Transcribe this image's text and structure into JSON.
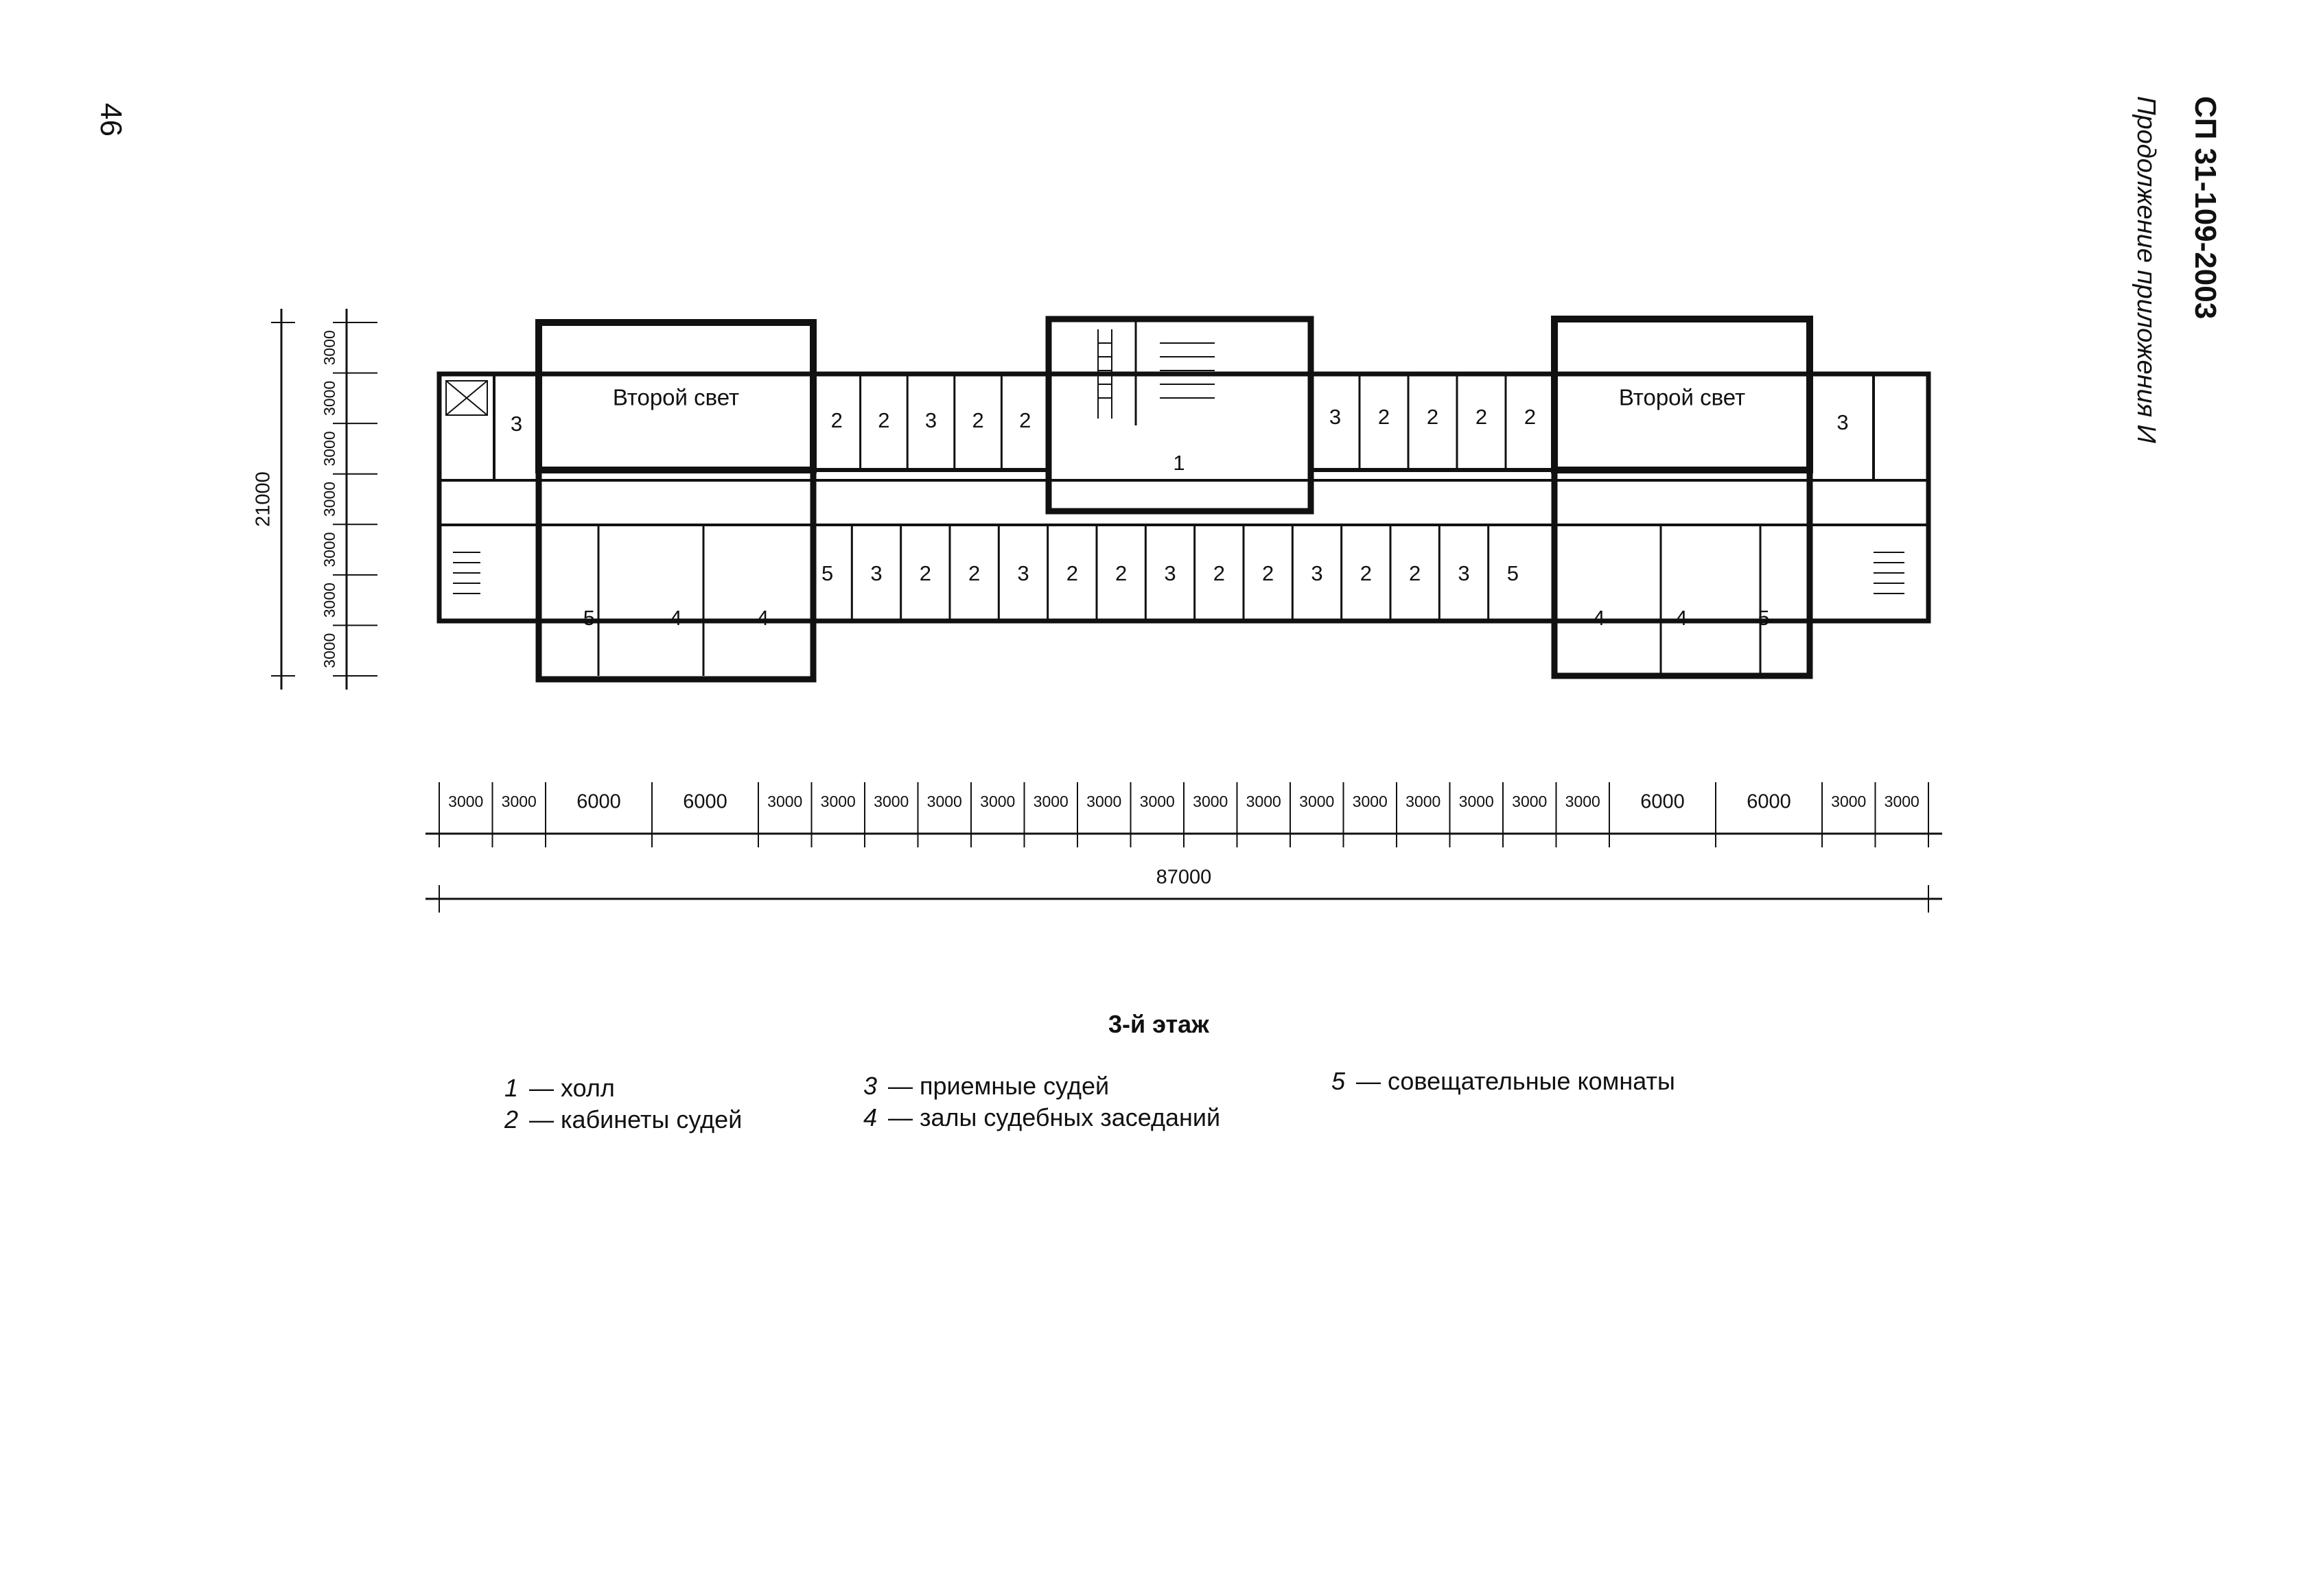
{
  "page": {
    "number": "46",
    "doc_code": "СП 31-109-2003",
    "subtitle": "Продолжение приложения И"
  },
  "plan": {
    "floor_title": "3-й этаж",
    "second_light_label": "Второй свет",
    "upper_left_rooms": [
      "3"
    ],
    "upper_left_mid_rooms": [
      "2",
      "2",
      "3",
      "2",
      "2"
    ],
    "hall_label": "1",
    "upper_right_mid_rooms": [
      "3",
      "2",
      "2",
      "2",
      "2"
    ],
    "upper_right_rooms": [
      "3"
    ],
    "lower_mid_rooms": [
      "5",
      "3",
      "2",
      "2",
      "3",
      "2",
      "2",
      "3",
      "2",
      "2",
      "3",
      "2",
      "2",
      "3",
      "5"
    ],
    "lower_left_rooms": [
      "5",
      "4",
      "4"
    ],
    "lower_right_rooms": [
      "4",
      "4",
      "5"
    ],
    "dims_h": [
      "3000",
      "3000",
      "6000",
      "6000",
      "3000",
      "3000",
      "3000",
      "3000",
      "3000",
      "3000",
      "3000",
      "3000",
      "3000",
      "3000",
      "3000",
      "3000",
      "3000",
      "3000",
      "3000",
      "3000",
      "6000",
      "6000",
      "3000",
      "3000"
    ],
    "dims_h_total": "87000",
    "dims_v": [
      "3000",
      "3000",
      "3000",
      "3000",
      "3000",
      "3000",
      "3000"
    ],
    "dims_v_total": "21000"
  },
  "legend": [
    {
      "num": "1",
      "text": "холл"
    },
    {
      "num": "2",
      "text": "кабинеты судей"
    },
    {
      "num": "3",
      "text": "приемные судей"
    },
    {
      "num": "4",
      "text": "залы судебных заседаний"
    },
    {
      "num": "5",
      "text": "совещательные комнаты"
    }
  ]
}
